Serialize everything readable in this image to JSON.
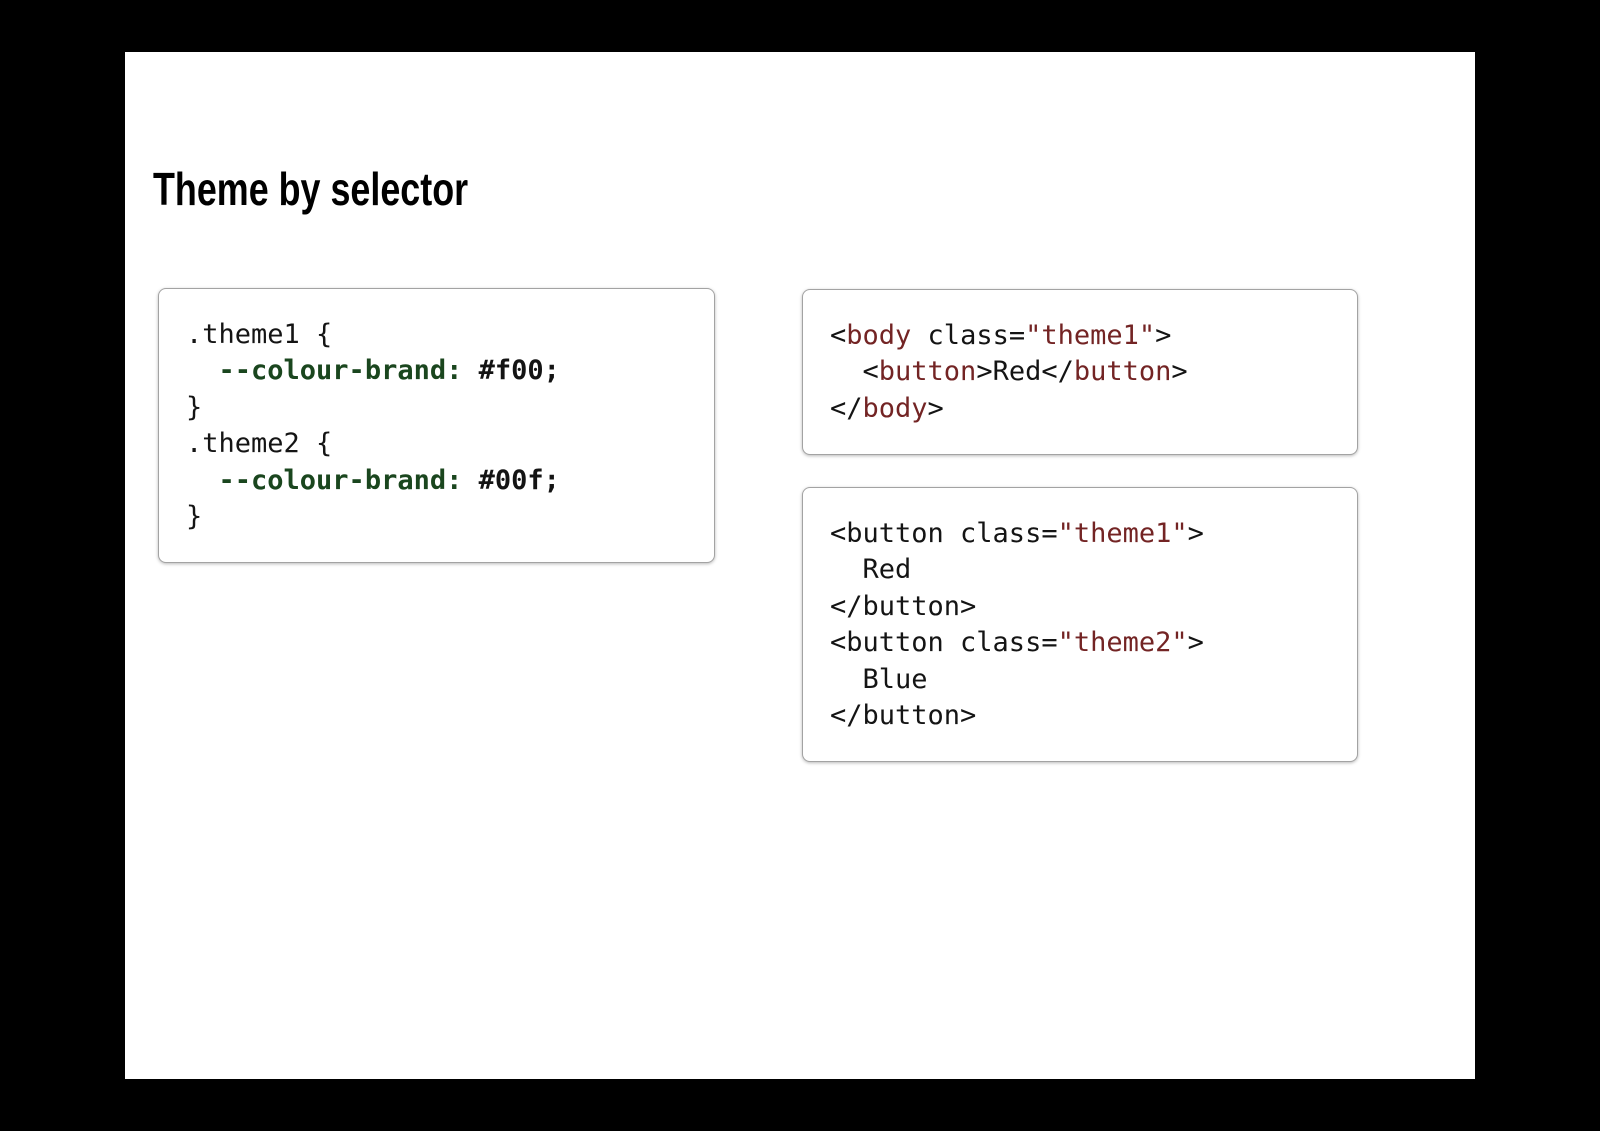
{
  "page": {
    "background_color": "#000000",
    "slide_background_color": "#ffffff",
    "box_border_color": "#a3a3a3"
  },
  "slide": {
    "title": "Theme by selector"
  },
  "syntax_colors": {
    "plain": "#141414",
    "tag_and_string_red": "#732424",
    "property_green": "#1a461e"
  },
  "code_boxes": [
    {
      "id": "css-themes",
      "language": "css",
      "lines": [
        [
          {
            "t": ".theme1 {",
            "c": "plain"
          }
        ],
        [
          {
            "t": "  ",
            "c": "plain"
          },
          {
            "t": "--colour-brand:",
            "c": "green-bold"
          },
          {
            "t": " ",
            "c": "plain"
          },
          {
            "t": "#f00;",
            "c": "bold"
          }
        ],
        [
          {
            "t": "}",
            "c": "plain"
          }
        ],
        [
          {
            "t": ".theme2 {",
            "c": "plain"
          }
        ],
        [
          {
            "t": "  ",
            "c": "plain"
          },
          {
            "t": "--colour-brand:",
            "c": "green-bold"
          },
          {
            "t": " ",
            "c": "plain"
          },
          {
            "t": "#00f;",
            "c": "bold"
          }
        ],
        [
          {
            "t": "}",
            "c": "plain"
          }
        ]
      ]
    },
    {
      "id": "html-body-theme",
      "language": "html",
      "lines": [
        [
          {
            "t": "<",
            "c": "plain"
          },
          {
            "t": "body",
            "c": "red"
          },
          {
            "t": " class=",
            "c": "plain"
          },
          {
            "t": "\"theme1\"",
            "c": "red"
          },
          {
            "t": ">",
            "c": "plain"
          }
        ],
        [
          {
            "t": "  <",
            "c": "plain"
          },
          {
            "t": "button",
            "c": "red"
          },
          {
            "t": ">Red</",
            "c": "plain"
          },
          {
            "t": "button",
            "c": "red"
          },
          {
            "t": ">",
            "c": "plain"
          }
        ],
        [
          {
            "t": "</",
            "c": "plain"
          },
          {
            "t": "body",
            "c": "red"
          },
          {
            "t": ">",
            "c": "plain"
          }
        ]
      ]
    },
    {
      "id": "html-button-themes",
      "language": "html",
      "lines": [
        [
          {
            "t": "<button class=",
            "c": "plain"
          },
          {
            "t": "\"theme1\"",
            "c": "red"
          },
          {
            "t": ">",
            "c": "plain"
          }
        ],
        [
          {
            "t": "  Red",
            "c": "plain"
          }
        ],
        [
          {
            "t": "</button>",
            "c": "plain"
          }
        ],
        [
          {
            "t": "<button class=",
            "c": "plain"
          },
          {
            "t": "\"theme2\"",
            "c": "red"
          },
          {
            "t": ">",
            "c": "plain"
          }
        ],
        [
          {
            "t": "  Blue",
            "c": "plain"
          }
        ],
        [
          {
            "t": "</button>",
            "c": "plain"
          }
        ]
      ]
    }
  ]
}
